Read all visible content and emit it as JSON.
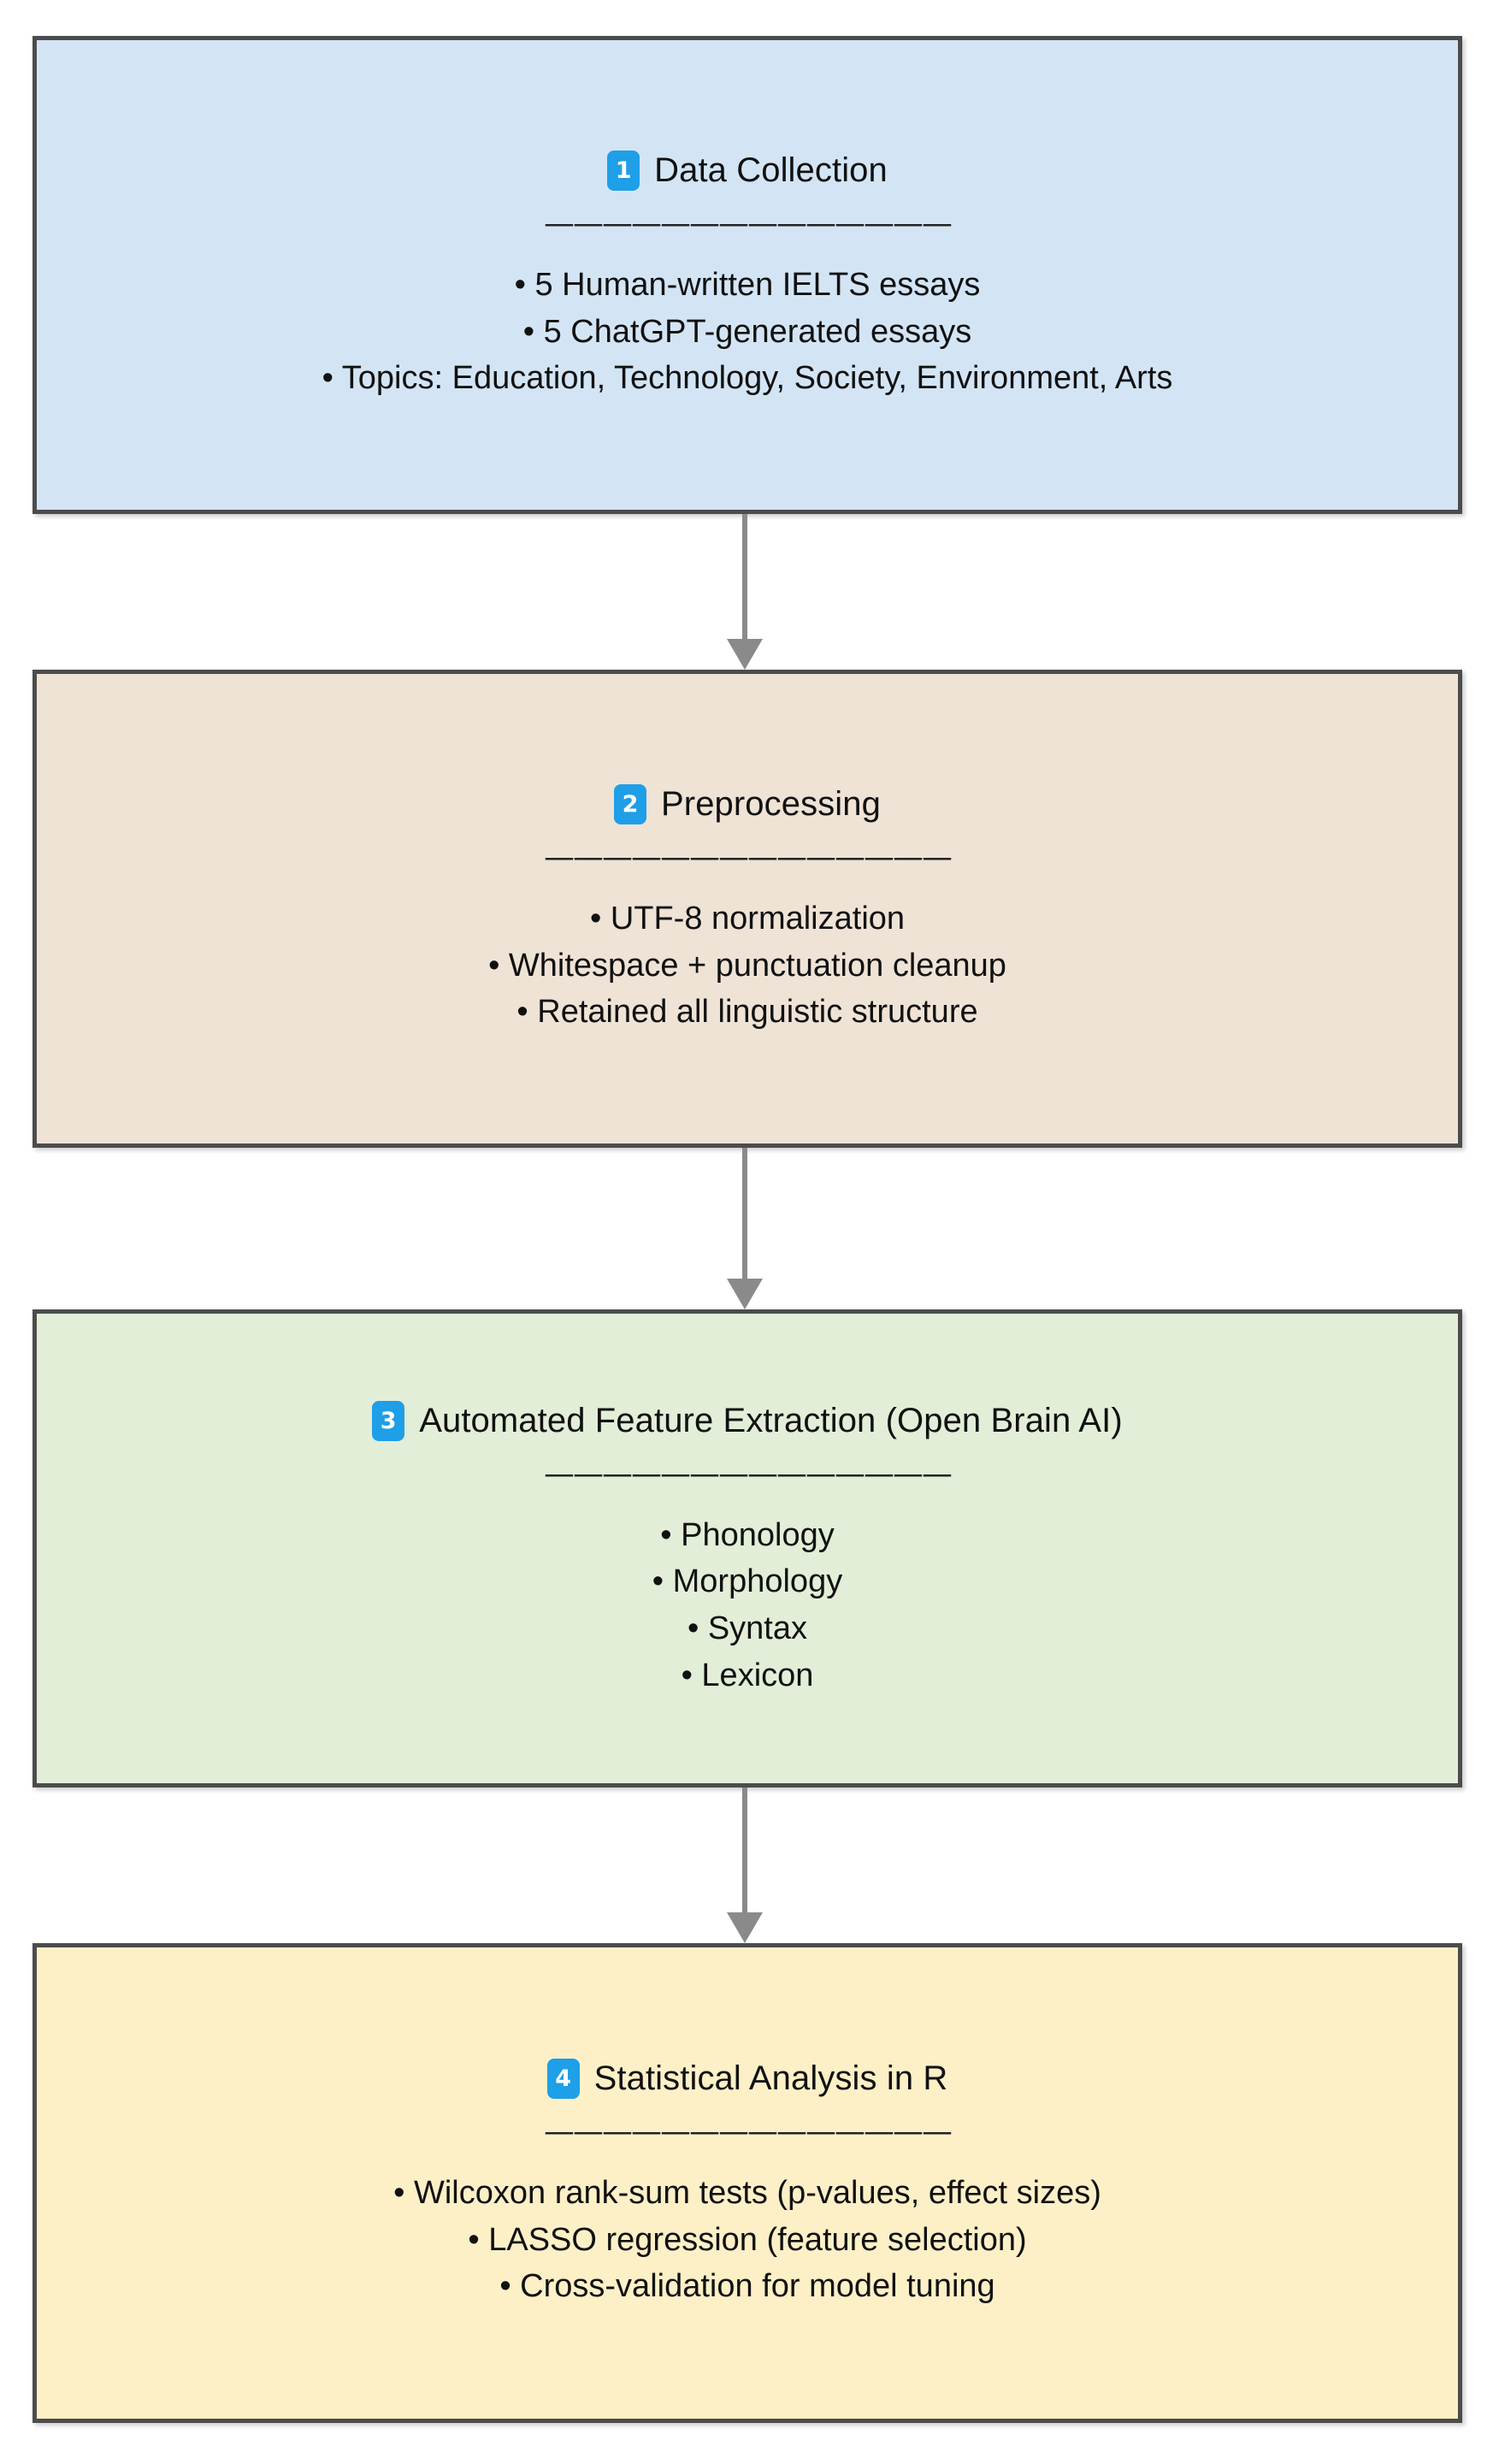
{
  "diagram": {
    "type": "flowchart",
    "orientation": "vertical",
    "divider_glyph": "——————————————",
    "badge_color": "#1e9fe8",
    "border_color": "#4c4c4c",
    "connector_color": "#8a8a8a",
    "nodes": [
      {
        "number": "1",
        "title": "Data Collection",
        "background": "#d3e5f5",
        "bullets": [
          "• 5 Human-written IELTS essays",
          "• 5 ChatGPT-generated essays",
          "• Topics: Education, Technology, Society, Environment, Arts"
        ]
      },
      {
        "number": "2",
        "title": "Preprocessing",
        "background": "#efe3d6",
        "bullets": [
          "• UTF-8 normalization",
          "• Whitespace + punctuation cleanup",
          "• Retained all linguistic structure"
        ]
      },
      {
        "number": "3",
        "title": "Automated Feature Extraction (Open Brain AI)",
        "background": "#e2eed8",
        "bullets": [
          "• Phonology",
          "• Morphology",
          "• Syntax",
          "• Lexicon"
        ]
      },
      {
        "number": "4",
        "title": "Statistical Analysis in R",
        "background": "#fdf0c7",
        "bullets": [
          "• Wilcoxon rank-sum tests (p-values, effect sizes)",
          "• LASSO regression (feature selection)",
          "• Cross-validation for model tuning"
        ]
      }
    ]
  }
}
